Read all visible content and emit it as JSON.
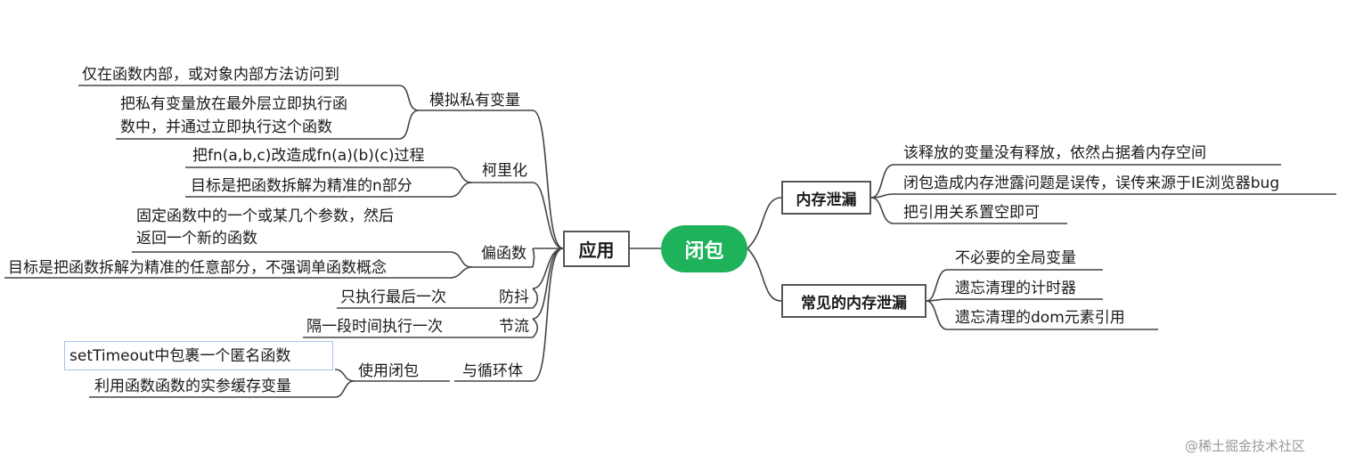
{
  "center": "闭包",
  "left": {
    "hub": "应用",
    "branches": [
      {
        "label": "模拟私有变量",
        "leaves": [
          "仅在函数内部，或对象内部方法访问到",
          "把私有变量放在最外层立即执行函",
          "数中，并通过立即执行这个函数"
        ]
      },
      {
        "label": "柯里化",
        "leaves": [
          "把fn(a,b,c)改造成fn(a)(b)(c)过程",
          "目标是把函数拆解为精准的n部分"
        ]
      },
      {
        "label": "偏函数",
        "leaves": [
          "固定函数中的一个或某几个参数，然后",
          "返回一个新的函数",
          "目标是把函数拆解为精准的任意部分，不强调单函数概念"
        ]
      },
      {
        "label": "防抖",
        "leaves": [
          "只执行最后一次"
        ]
      },
      {
        "label": "节流",
        "leaves": [
          "隔一段时间执行一次"
        ]
      },
      {
        "label": "与循环体",
        "sub": "使用闭包",
        "leaves": [
          "setTimeout中包裹一个匿名函数",
          "利用函数函数的实参缓存变量"
        ]
      }
    ]
  },
  "right": [
    {
      "label": "内存泄漏",
      "leaves": [
        "该释放的变量没有释放，依然占据着内存空间",
        "闭包造成内存泄露问题是误传，误传来源于IE浏览器bug",
        "把引用关系置空即可"
      ]
    },
    {
      "label": "常见的内存泄漏",
      "leaves": [
        "不必要的全局变量",
        "遗忘清理的计时器",
        "遗忘清理的dom元素引用"
      ]
    }
  ],
  "watermark": "@稀土掘金技术社区"
}
